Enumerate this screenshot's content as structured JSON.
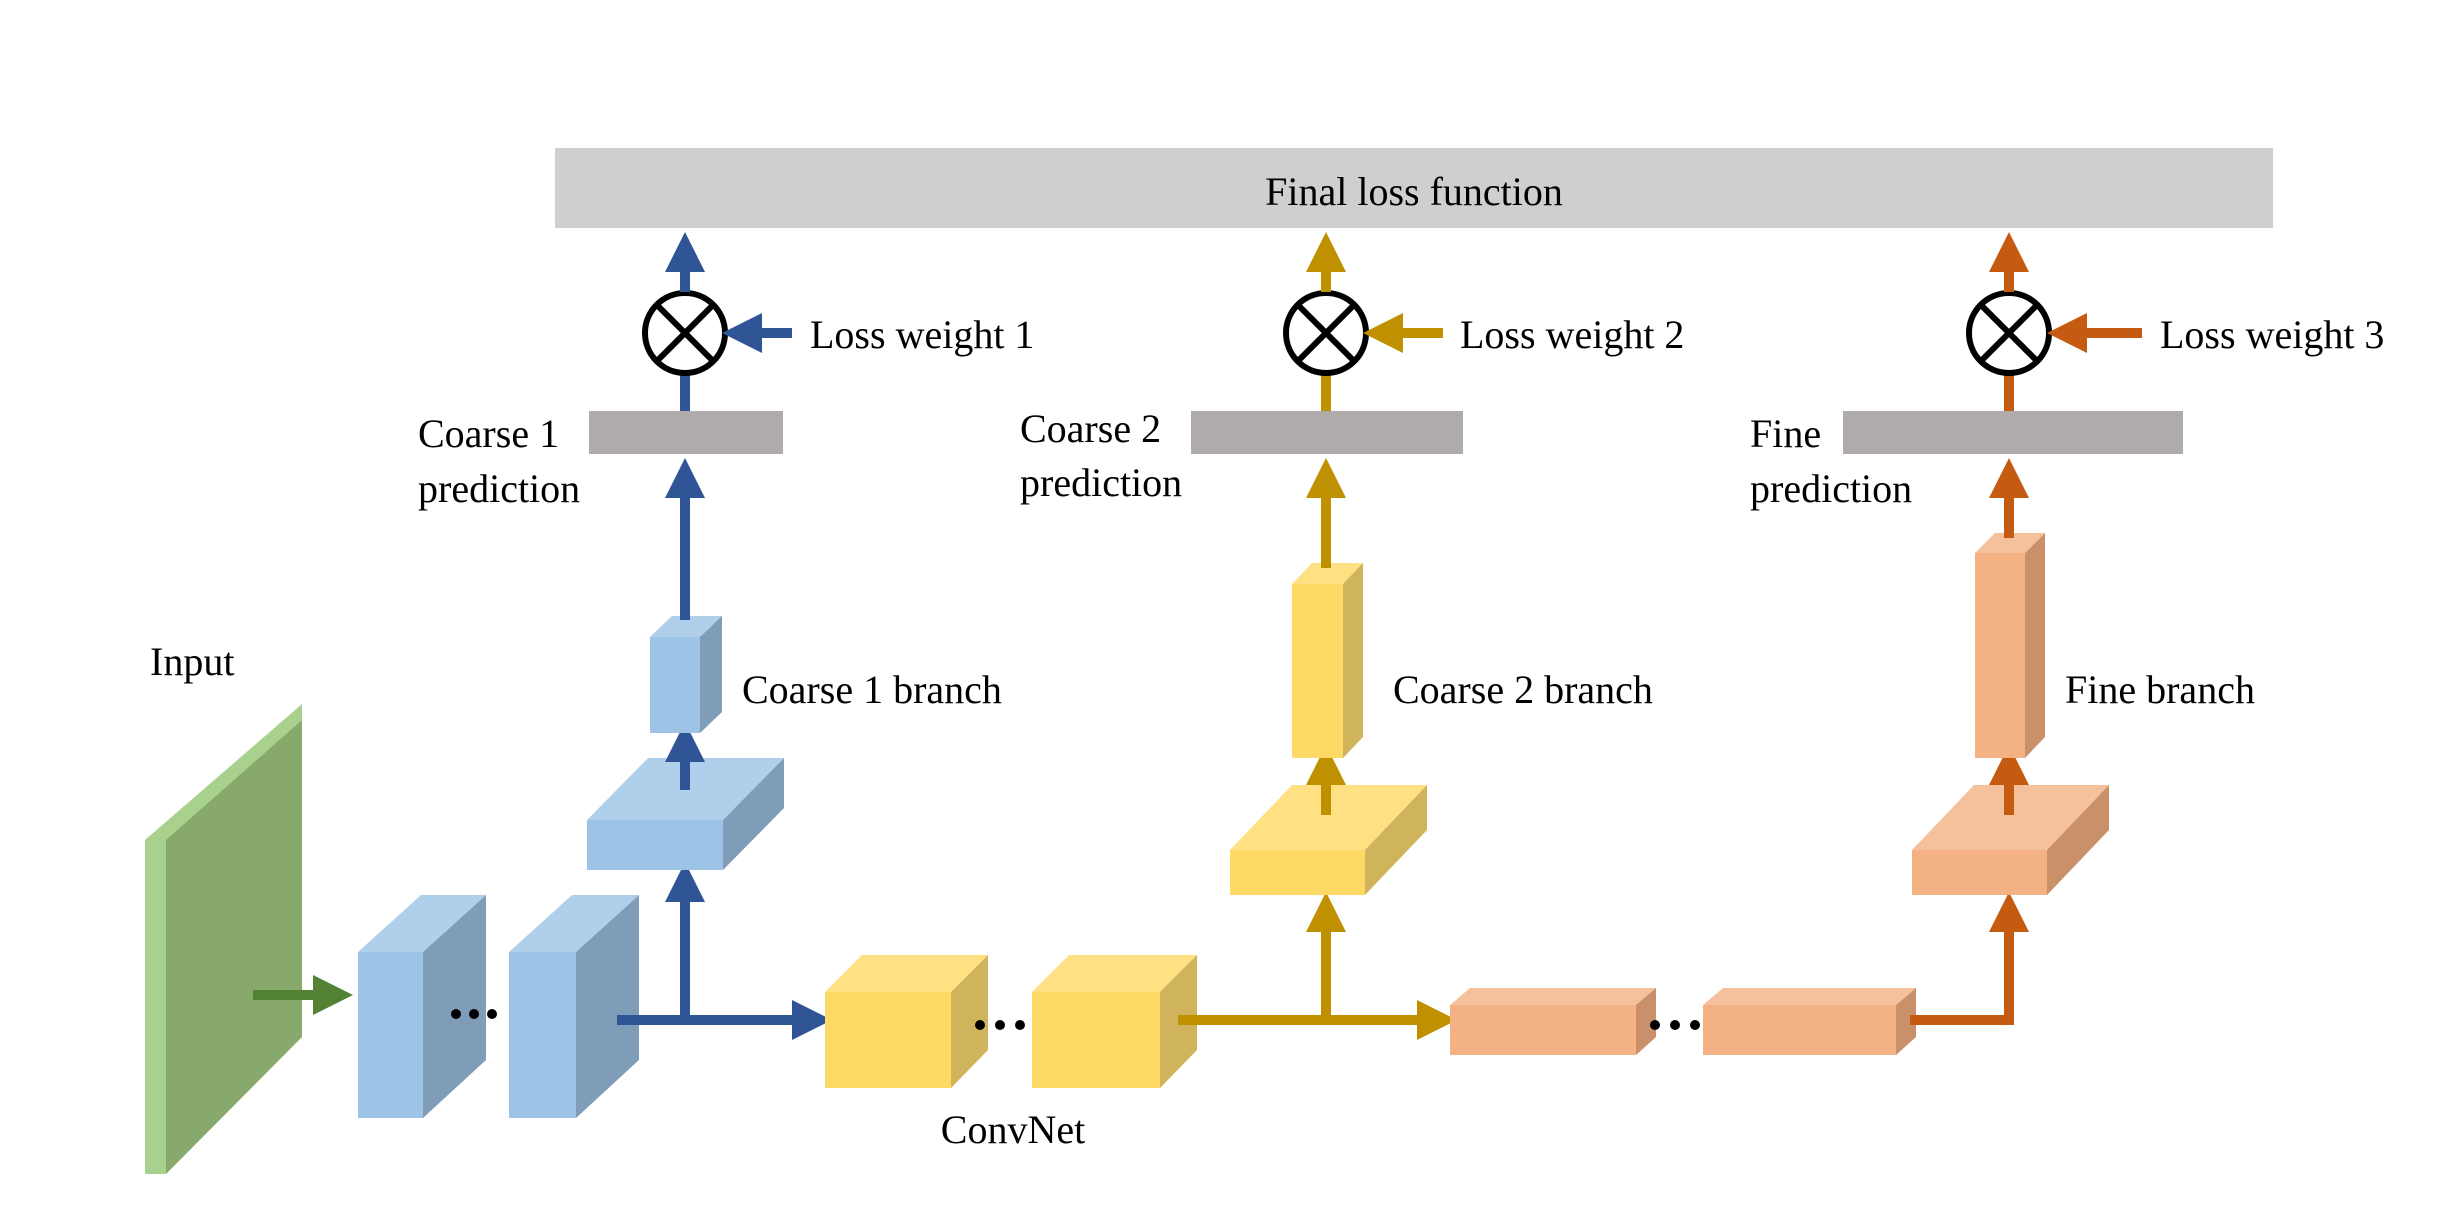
{
  "loss_box": {
    "label": "Final loss function",
    "color": "#cfcfd0"
  },
  "input": {
    "label": "Input"
  },
  "convnet": {
    "label": "ConvNet"
  },
  "branches": [
    {
      "id": "coarse1",
      "branch_label": "Coarse 1 branch",
      "prediction_line1": "Coarse 1",
      "prediction_line2": "prediction",
      "loss_weight": "Loss weight 1",
      "arrow_color": "#2f5597"
    },
    {
      "id": "coarse2",
      "branch_label": "Coarse 2 branch",
      "prediction_line1": "Coarse 2",
      "prediction_line2": "prediction",
      "loss_weight": "Loss weight 2",
      "arrow_color": "#bf9000"
    },
    {
      "id": "fine",
      "branch_label": "Fine branch",
      "prediction_line1": "Fine",
      "prediction_line2": "prediction",
      "loss_weight": "Loss weight 3",
      "arrow_color": "#c55a11"
    }
  ],
  "colors": {
    "prediction_bar": "#afabab",
    "input_front": "#87a96b",
    "input_side": "#a9d18e",
    "input_arrow": "#548235",
    "blue_front": "#9dc3e6",
    "blue_top": "#b0cfeb",
    "blue_side": "#7f9db9",
    "yellow_front": "#ffd966",
    "yellow_top": "#ffe083",
    "yellow_side": "#d0b45b",
    "orange_front": "#f4b183",
    "orange_top": "#f5c19c",
    "orange_side": "#c9906a"
  }
}
